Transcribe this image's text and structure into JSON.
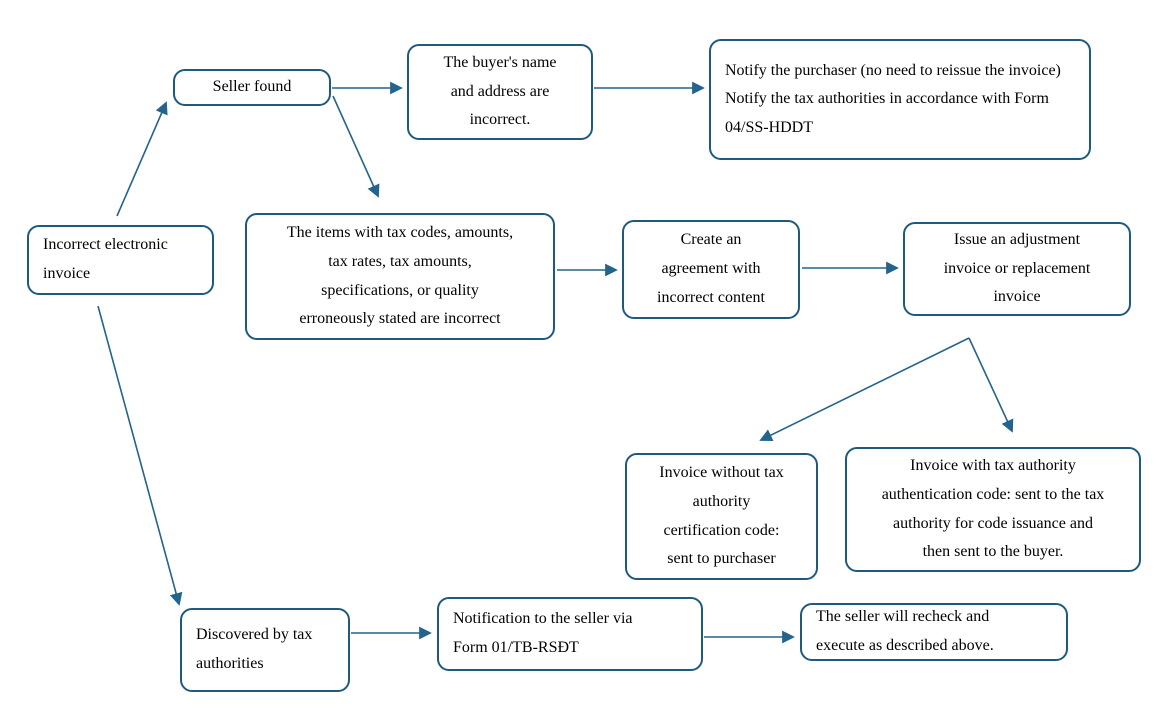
{
  "diagram": {
    "type": "flowchart",
    "topic": "Handling of incorrect electronic invoices",
    "colors": {
      "box_border": "#1d5a7e",
      "arrow": "#23648c",
      "text": "#000000",
      "background": "#ffffff"
    },
    "nodes": {
      "incorrect_invoice": {
        "label": "Incorrect electronic invoice"
      },
      "seller_found": {
        "label": "Seller found"
      },
      "buyer_name_incorrect": {
        "label": "The buyer's name\nand address are\nincorrect."
      },
      "notify_purchaser": {
        "label": "Notify the purchaser (no need to reissue the invoice)\nNotify the tax authorities in accordance with Form 04/SS-HDDT"
      },
      "items_incorrect": {
        "label": "The items with tax codes, amounts,\ntax rates, tax amounts,\nspecifications, or quality\nerroneously stated are incorrect"
      },
      "create_agreement": {
        "label": "Create an\nagreement with\nincorrect content"
      },
      "issue_adjustment": {
        "label": "Issue an adjustment\ninvoice or replacement\ninvoice"
      },
      "invoice_without_code": {
        "label": "Invoice without tax\nauthority\ncertification code:\nsent to purchaser"
      },
      "invoice_with_code": {
        "label": "Invoice with tax authority\nauthentication code: sent to the tax\nauthority for code issuance and\nthen sent to the buyer."
      },
      "discovered_by_tax": {
        "label": "Discovered by tax\nauthorities"
      },
      "notification_form": {
        "label": "Notification to the seller via\nForm 01/TB-RSĐT"
      },
      "seller_recheck": {
        "label": "The seller will recheck and\nexecute as described above."
      }
    },
    "edges": [
      {
        "from": "incorrect_invoice",
        "to": "seller_found"
      },
      {
        "from": "seller_found",
        "to": "buyer_name_incorrect"
      },
      {
        "from": "buyer_name_incorrect",
        "to": "notify_purchaser"
      },
      {
        "from": "seller_found",
        "to": "items_incorrect"
      },
      {
        "from": "items_incorrect",
        "to": "create_agreement"
      },
      {
        "from": "create_agreement",
        "to": "issue_adjustment"
      },
      {
        "from": "issue_adjustment",
        "to": "invoice_without_code"
      },
      {
        "from": "issue_adjustment",
        "to": "invoice_with_code"
      },
      {
        "from": "incorrect_invoice",
        "to": "discovered_by_tax"
      },
      {
        "from": "discovered_by_tax",
        "to": "notification_form"
      },
      {
        "from": "notification_form",
        "to": "seller_recheck"
      }
    ]
  }
}
